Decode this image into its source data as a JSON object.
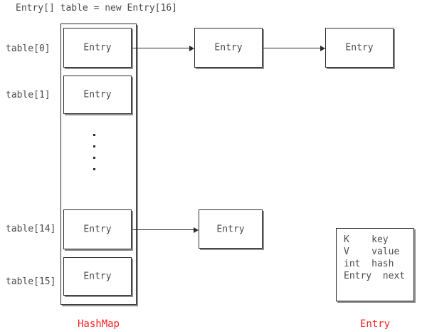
{
  "diagram": {
    "title_declaration": "Entry[] table = new Entry[16]",
    "hashmap": {
      "caption": "HashMap",
      "caption_color": "#ff2020",
      "slots": [
        {
          "label": "table[0]",
          "cell_text": "Entry"
        },
        {
          "label": "table[1]",
          "cell_text": "Entry"
        },
        {
          "label": "table[14]",
          "cell_text": "Entry"
        },
        {
          "label": "table[15]",
          "cell_text": "Entry"
        }
      ],
      "ellipsis_dots": 4
    },
    "chain_row_0": [
      {
        "text": "Entry"
      },
      {
        "text": "Entry"
      }
    ],
    "chain_row_14": [
      {
        "text": "Entry"
      }
    ],
    "entry_detail": {
      "caption": "Entry",
      "caption_color": "#ff2020",
      "fields": [
        {
          "type": "K",
          "name": "key"
        },
        {
          "type": "V",
          "name": "value"
        },
        {
          "type": "int",
          "name": "hash"
        },
        {
          "type": "Entry",
          "name": "next"
        }
      ],
      "field_lines": [
        "K    key",
        "V    value",
        "int  hash",
        "Entry  next"
      ]
    }
  }
}
